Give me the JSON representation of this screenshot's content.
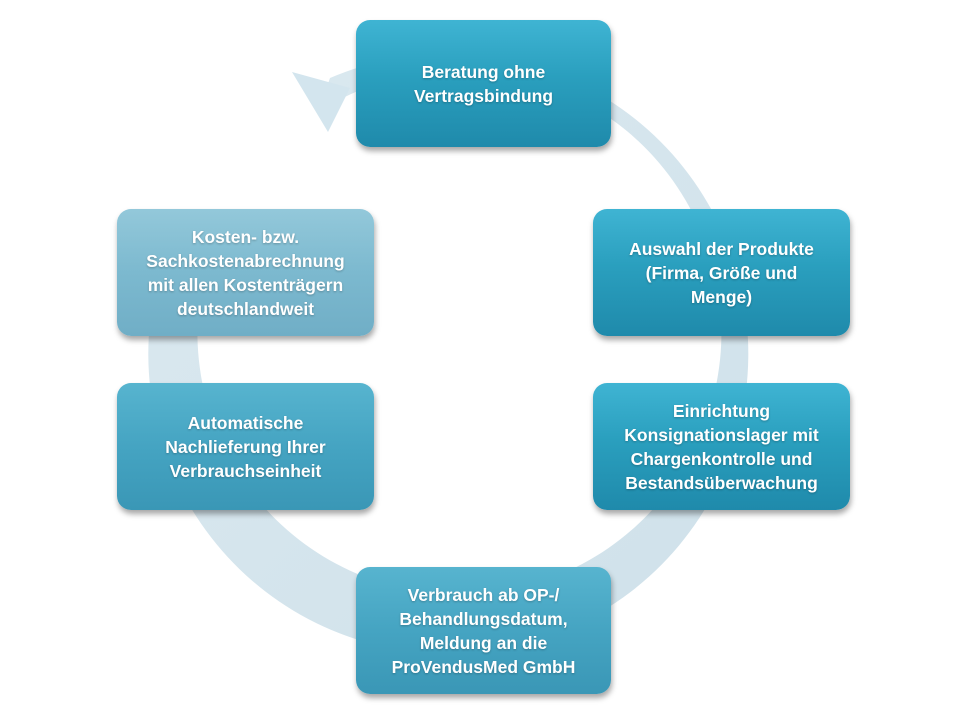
{
  "steps": [
    {
      "id": "beratung",
      "lines": [
        "Beratung ohne",
        "Vertragsbindung"
      ]
    },
    {
      "id": "auswahl",
      "lines": [
        "Auswahl der Produkte",
        "(Firma, Größe und",
        "Menge)"
      ]
    },
    {
      "id": "einrichtung",
      "lines": [
        "Einrichtung",
        "Konsignationslager mit",
        "Chargenkontrolle und",
        "Bestandsüberwachung"
      ]
    },
    {
      "id": "verbrauch",
      "lines": [
        "Verbrauch ab OP-/",
        "Behandlungsdatum,",
        "Meldung an die",
        "ProVendusMed GmbH"
      ]
    },
    {
      "id": "nachlieferung",
      "lines": [
        "Automatische",
        "Nachlieferung Ihrer",
        "Verbrauchseinheit"
      ]
    },
    {
      "id": "abrechnung",
      "lines": [
        "Kosten- bzw.",
        "Sachkostenabrechnung",
        "mit allen Kostenträgern",
        "deutschlandweit"
      ]
    }
  ],
  "colors": {
    "ring": "#d6e6ee",
    "ring_edge": "#c4d9e4"
  }
}
